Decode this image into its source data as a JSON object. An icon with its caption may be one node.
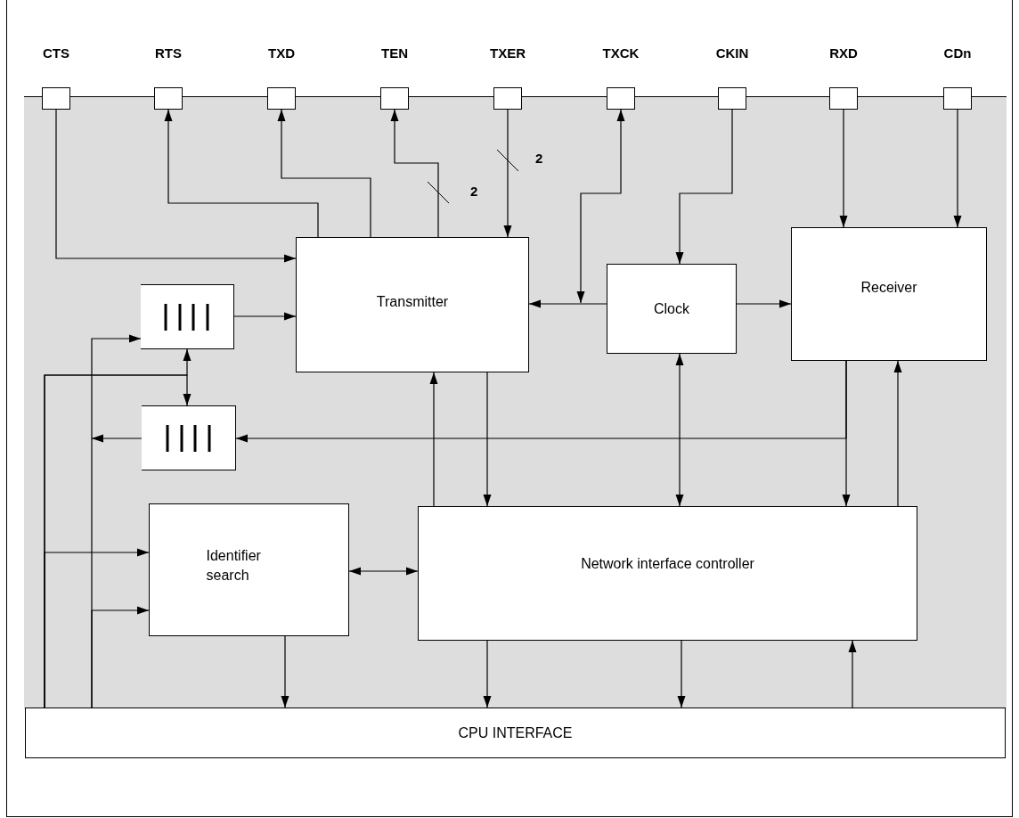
{
  "diagram": {
    "nodes": [
      {
        "text": [
          "CTS"
        ]
      },
      {
        "text": [
          "RTS"
        ]
      },
      {
        "text": [
          "TXD"
        ]
      },
      {
        "text": [
          "TEN"
        ]
      },
      {
        "text": [
          "TXER"
        ]
      },
      {
        "text": [
          "TXCK"
        ]
      },
      {
        "text": [
          "CKIN"
        ]
      },
      {
        "text": [
          "RXD"
        ]
      },
      {
        "text": [
          "CDn"
        ]
      },
      {
        "text": [
          "Transmitter"
        ]
      },
      {
        "text": [
          "Clock"
        ]
      },
      {
        "text": [
          "Receiver"
        ]
      },
      {
        "text": [],
        "shape": "box"
      },
      {
        "text": [],
        "shape": "box"
      },
      {
        "text": [
          "Identifier search"
        ]
      },
      {
        "text": [
          "Network interface controller"
        ]
      },
      {
        "text": [
          "CPU INTERFACE"
        ]
      }
    ],
    "edges": [
      {
        "from": 0,
        "to": 9,
        "arrow": "to"
      },
      {
        "from": 9,
        "to": 1,
        "arrow": "to"
      },
      {
        "from": 9,
        "to": 2,
        "arrow": "to"
      },
      {
        "from": 9,
        "to": 3,
        "arrow": "to",
        "label": "2"
      },
      {
        "from": 4,
        "to": 9,
        "arrow": "to",
        "label": "2"
      },
      {
        "from": 5,
        "to": null,
        "arrow": "both"
      },
      {
        "from": 10,
        "to": 9,
        "arrow": "to"
      },
      {
        "from": 6,
        "to": 10,
        "arrow": "to"
      },
      {
        "from": 7,
        "to": 11,
        "arrow": "to"
      },
      {
        "from": 8,
        "to": 11,
        "arrow": "to"
      },
      {
        "from": 10,
        "to": 11,
        "arrow": "to"
      },
      {
        "from": 10,
        "to": 15,
        "arrow": "both"
      },
      {
        "from": 9,
        "to": 15,
        "arrow": "to"
      },
      {
        "from": 15,
        "to": 9,
        "arrow": "to"
      },
      {
        "from": 11,
        "to": 15,
        "arrow": "to"
      },
      {
        "from": 15,
        "to": 11,
        "arrow": "to"
      },
      {
        "from": 11,
        "to": 13,
        "arrow": "to"
      },
      {
        "from": 13,
        "to": null,
        "arrow": "to"
      },
      {
        "from": 16,
        "to": 12,
        "arrow": "to"
      },
      {
        "from": 16,
        "to": 14,
        "arrow": "to"
      },
      {
        "from": 16,
        "to": 12,
        "arrow": "to"
      },
      {
        "from": 16,
        "to": 13,
        "arrow": "to"
      },
      {
        "from": 16,
        "to": 14,
        "arrow": "to"
      },
      {
        "from": 12,
        "to": 9,
        "arrow": "to"
      },
      {
        "from": 14,
        "to": 15,
        "arrow": "both"
      },
      {
        "from": 14,
        "to": 16,
        "arrow": "to"
      },
      {
        "from": 15,
        "to": 16,
        "arrow": "to"
      },
      {
        "from": 15,
        "to": 16,
        "arrow": "to"
      },
      {
        "from": 16,
        "to": 15,
        "arrow": "to"
      }
    ]
  }
}
